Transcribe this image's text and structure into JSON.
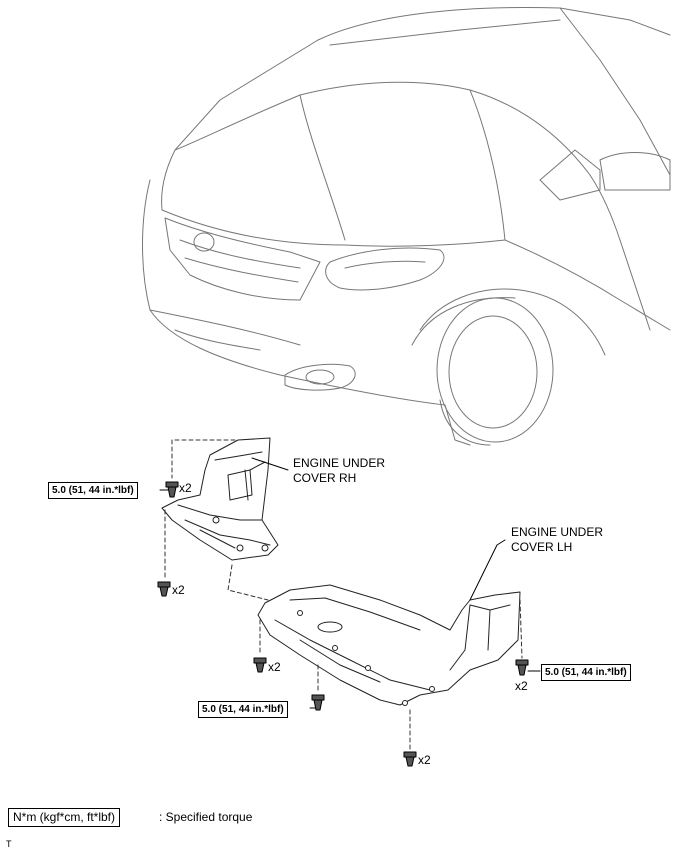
{
  "labels": {
    "rh_line1": "ENGINE UNDER",
    "rh_line2": "COVER RH",
    "lh_line1": "ENGINE UNDER",
    "lh_line2": "COVER LH"
  },
  "torque": {
    "value": "5.0 (51, 44 in.*lbf)"
  },
  "quantities": {
    "q1": "x2",
    "q2": "x2",
    "q3": "x2",
    "q4": "x2",
    "q5": "x2"
  },
  "legend": {
    "unit": "N*m (kgf*cm, ft*lbf)",
    "text": ": Specified torque"
  },
  "code": "T"
}
